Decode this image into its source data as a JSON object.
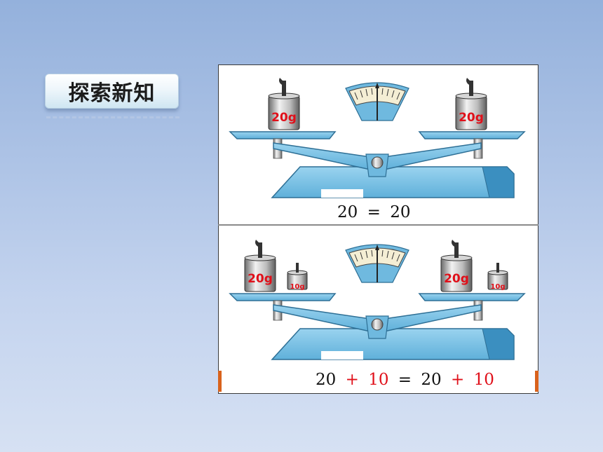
{
  "heading": {
    "label": "探索新知"
  },
  "weights": {
    "big": "20g",
    "small": "10g"
  },
  "equation_top": {
    "left": "20",
    "equals": "=",
    "right": "20"
  },
  "equation_bottom": {
    "a": "20",
    "plus1": "+",
    "b": "10",
    "equals": "=",
    "c": "20",
    "plus2": "+",
    "d": "10"
  },
  "colors": {
    "background": "#a9c0e4",
    "scale_blue": "#7cc3e6",
    "highlight_red": "#e0101a"
  }
}
